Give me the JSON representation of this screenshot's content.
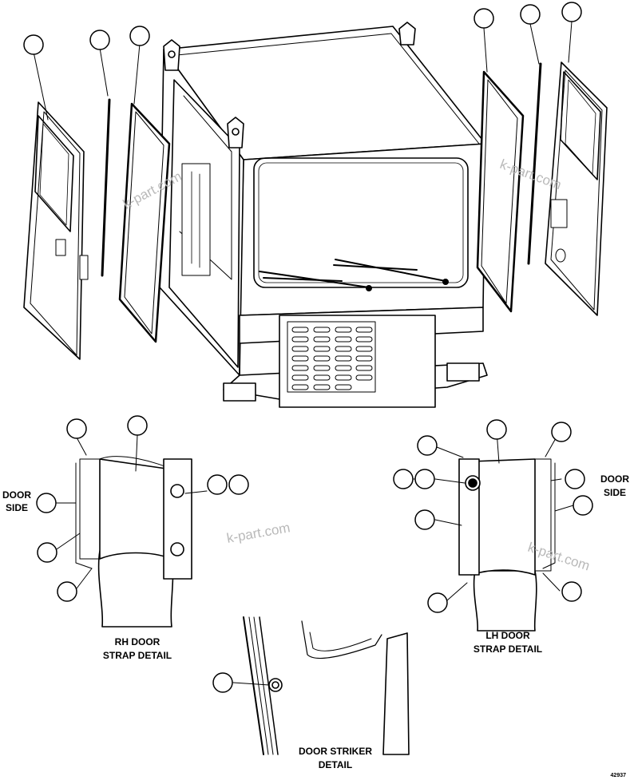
{
  "diagram": {
    "labels": {
      "door_side_left": [
        "DOOR",
        "SIDE"
      ],
      "door_side_right": [
        "DOOR",
        "SIDE"
      ],
      "rh_detail": [
        "RH DOOR",
        "STRAP DETAIL"
      ],
      "lh_detail": [
        "LH DOOR",
        "STRAP DETAIL"
      ],
      "striker_detail": [
        "DOOR STRIKER",
        "DETAIL"
      ]
    },
    "watermark": "k-part.com",
    "drawing_code": "42937"
  }
}
